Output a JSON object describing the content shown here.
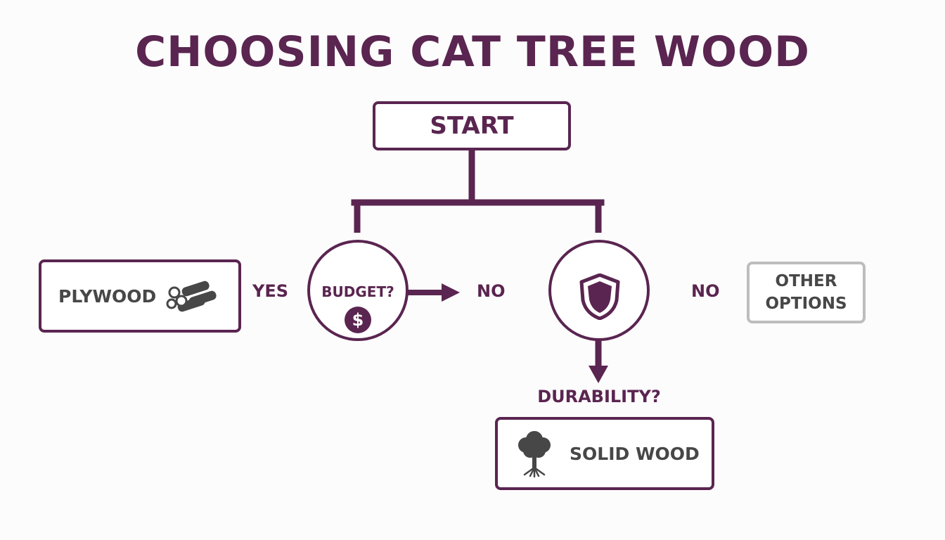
{
  "title": "CHOOSING CAT TREE WOOD",
  "nodes": {
    "start": "START",
    "budget": "BUDGET?",
    "durability": "DURABILITY?",
    "plywood": "PLYWOOD",
    "other_options_line1": "OTHER",
    "other_options_line2": "OPTIONS",
    "solid_wood": "SOLID WOOD"
  },
  "edges": {
    "yes": "YES",
    "no_budget": "NO",
    "no_durability": "NO"
  },
  "icons": {
    "budget": "dollar-icon",
    "durability": "shield-icon",
    "plywood": "logs-icon",
    "solid_wood": "tree-icon"
  },
  "colors": {
    "primary": "#5a2550",
    "text_dark": "#474747",
    "muted_border": "#bdbdbd"
  }
}
